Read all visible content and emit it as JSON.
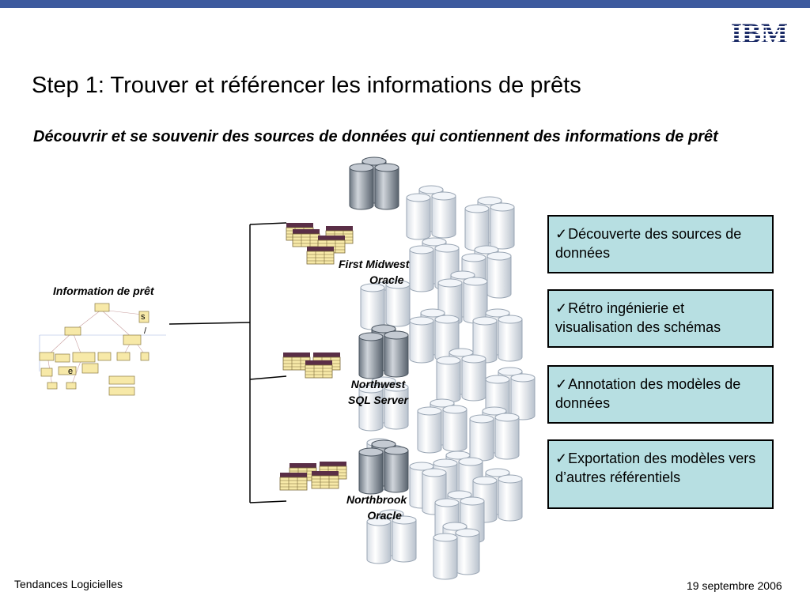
{
  "slide": {
    "logo_text": "IBM",
    "title": "Step 1: Trouver et référencer les informations de prêts",
    "subtitle": "Découvrir et se souvenir des sources de données qui contiennent des informations de prêt"
  },
  "diagram": {
    "info_label": "Information de prêt",
    "info_fragments": [
      "s",
      "/",
      "e"
    ],
    "databases": [
      {
        "line1": "First Midwest",
        "line2": "Oracle"
      },
      {
        "line1": "Northwest",
        "line2": "SQL Server"
      },
      {
        "line1": "Northbrook",
        "line2": "Oracle"
      }
    ]
  },
  "features": [
    {
      "check": "✓",
      "text": "Découverte des sources de données"
    },
    {
      "check": "✓",
      "text": "Rétro ingénierie et visualisation des  schémas"
    },
    {
      "check": "✓",
      "text": "Annotation des modèles de données"
    },
    {
      "check": "✓",
      "text": "Exportation des modèles  vers d’autres référentiels"
    }
  ],
  "footer": {
    "left": "Tendances Logicielles",
    "right": "19 septembre 2006"
  },
  "colors": {
    "top_bar": "#3d5a9e",
    "feature_box": "#b7dfe2"
  }
}
